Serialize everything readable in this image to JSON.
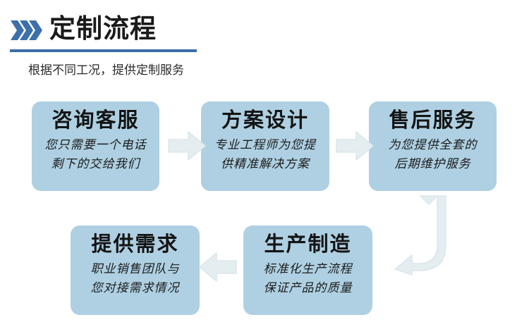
{
  "header": {
    "title": "定制流程",
    "chevron_icon": "triple-chevron-right-icon",
    "accent_color": "#3a6ea8",
    "rule_color": "#3a6ea8"
  },
  "subtitle": "根据不同工况，提供定制服务",
  "card_color": "#aed0e2",
  "arrow_color": "#e2ecef",
  "cards": [
    {
      "title": "咨询客服",
      "desc_line1": "您只需要一个电话",
      "desc_line2": "剩下的交给我们"
    },
    {
      "title": "方案设计",
      "desc_line1": "专业工程师为您提",
      "desc_line2": "供精准解决方案"
    },
    {
      "title": "售后服务",
      "desc_line1": "为您提供全套的",
      "desc_line2": "后期维护服务"
    },
    {
      "title": "提供需求",
      "desc_line1": "职业销售团队与",
      "desc_line2": "您对接需求情况"
    },
    {
      "title": "生产制造",
      "desc_line1": "标准化生产流程",
      "desc_line2": "保证产品的质量"
    }
  ],
  "arrows": [
    {
      "name": "arrow-right-step-1-to-2",
      "direction": "right"
    },
    {
      "name": "arrow-right-step-2-to-3",
      "direction": "right"
    },
    {
      "name": "arrow-uturn-step-3-to-4",
      "direction": "down-left-uturn"
    },
    {
      "name": "arrow-left-step-4-to-5",
      "direction": "left"
    }
  ]
}
